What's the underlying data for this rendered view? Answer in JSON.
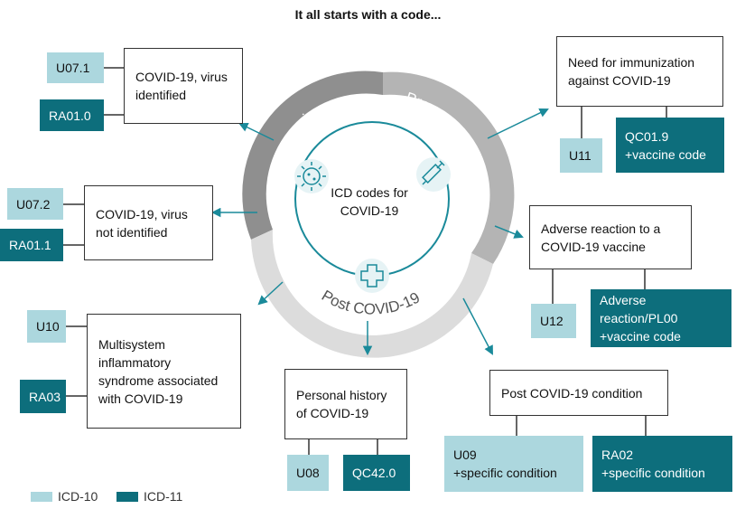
{
  "title": "It all starts with a code...",
  "center_label": "ICD codes for COVID-19",
  "ring_labels": {
    "diagnosis": "Diagnosis",
    "prevention": "Prevention",
    "post": "Post COVID-19"
  },
  "nodes": {
    "virus_identified": "COVID-19, virus identified",
    "virus_not_identified": "COVID-19, virus not identified",
    "mis": "Multisystem inflammatory syndrome associated with COVID-19",
    "personal_history": "Personal history of COVID-19",
    "post_condition": "Post COVID-19 condition",
    "adverse_reaction": "Adverse reaction to a COVID-19 vaccine",
    "immunization": "Need for immunization against COVID-19"
  },
  "codes": {
    "u071": "U07.1",
    "ra010": "RA01.0",
    "u072": "U07.2",
    "ra011": "RA01.1",
    "u10": "U10",
    "ra03": "RA03",
    "u08": "U08",
    "qc420": "QC42.0",
    "u09_line1": "U09",
    "u09_line2": "+specific condition",
    "ra02_line1": "RA02",
    "ra02_line2": "+specific condition",
    "u12": "U12",
    "pl00_line1": "Adverse reaction/PL00",
    "pl00_line2": "+vaccine code",
    "u11": "U11",
    "qc019_line1": "QC01.9",
    "qc019_line2": "+vaccine code"
  },
  "legend": {
    "icd10": "ICD-10",
    "icd11": "ICD-11"
  },
  "colors": {
    "icd10": "#acd7de",
    "icd11": "#0d6e7c",
    "arrow": "#1a8a9a",
    "ring_dark": "#8f8f8f",
    "ring_mid": "#b4b4b4",
    "ring_light": "#dcdcdc"
  },
  "icons": [
    "virus-icon",
    "syringe-icon",
    "medical-cross-icon"
  ]
}
